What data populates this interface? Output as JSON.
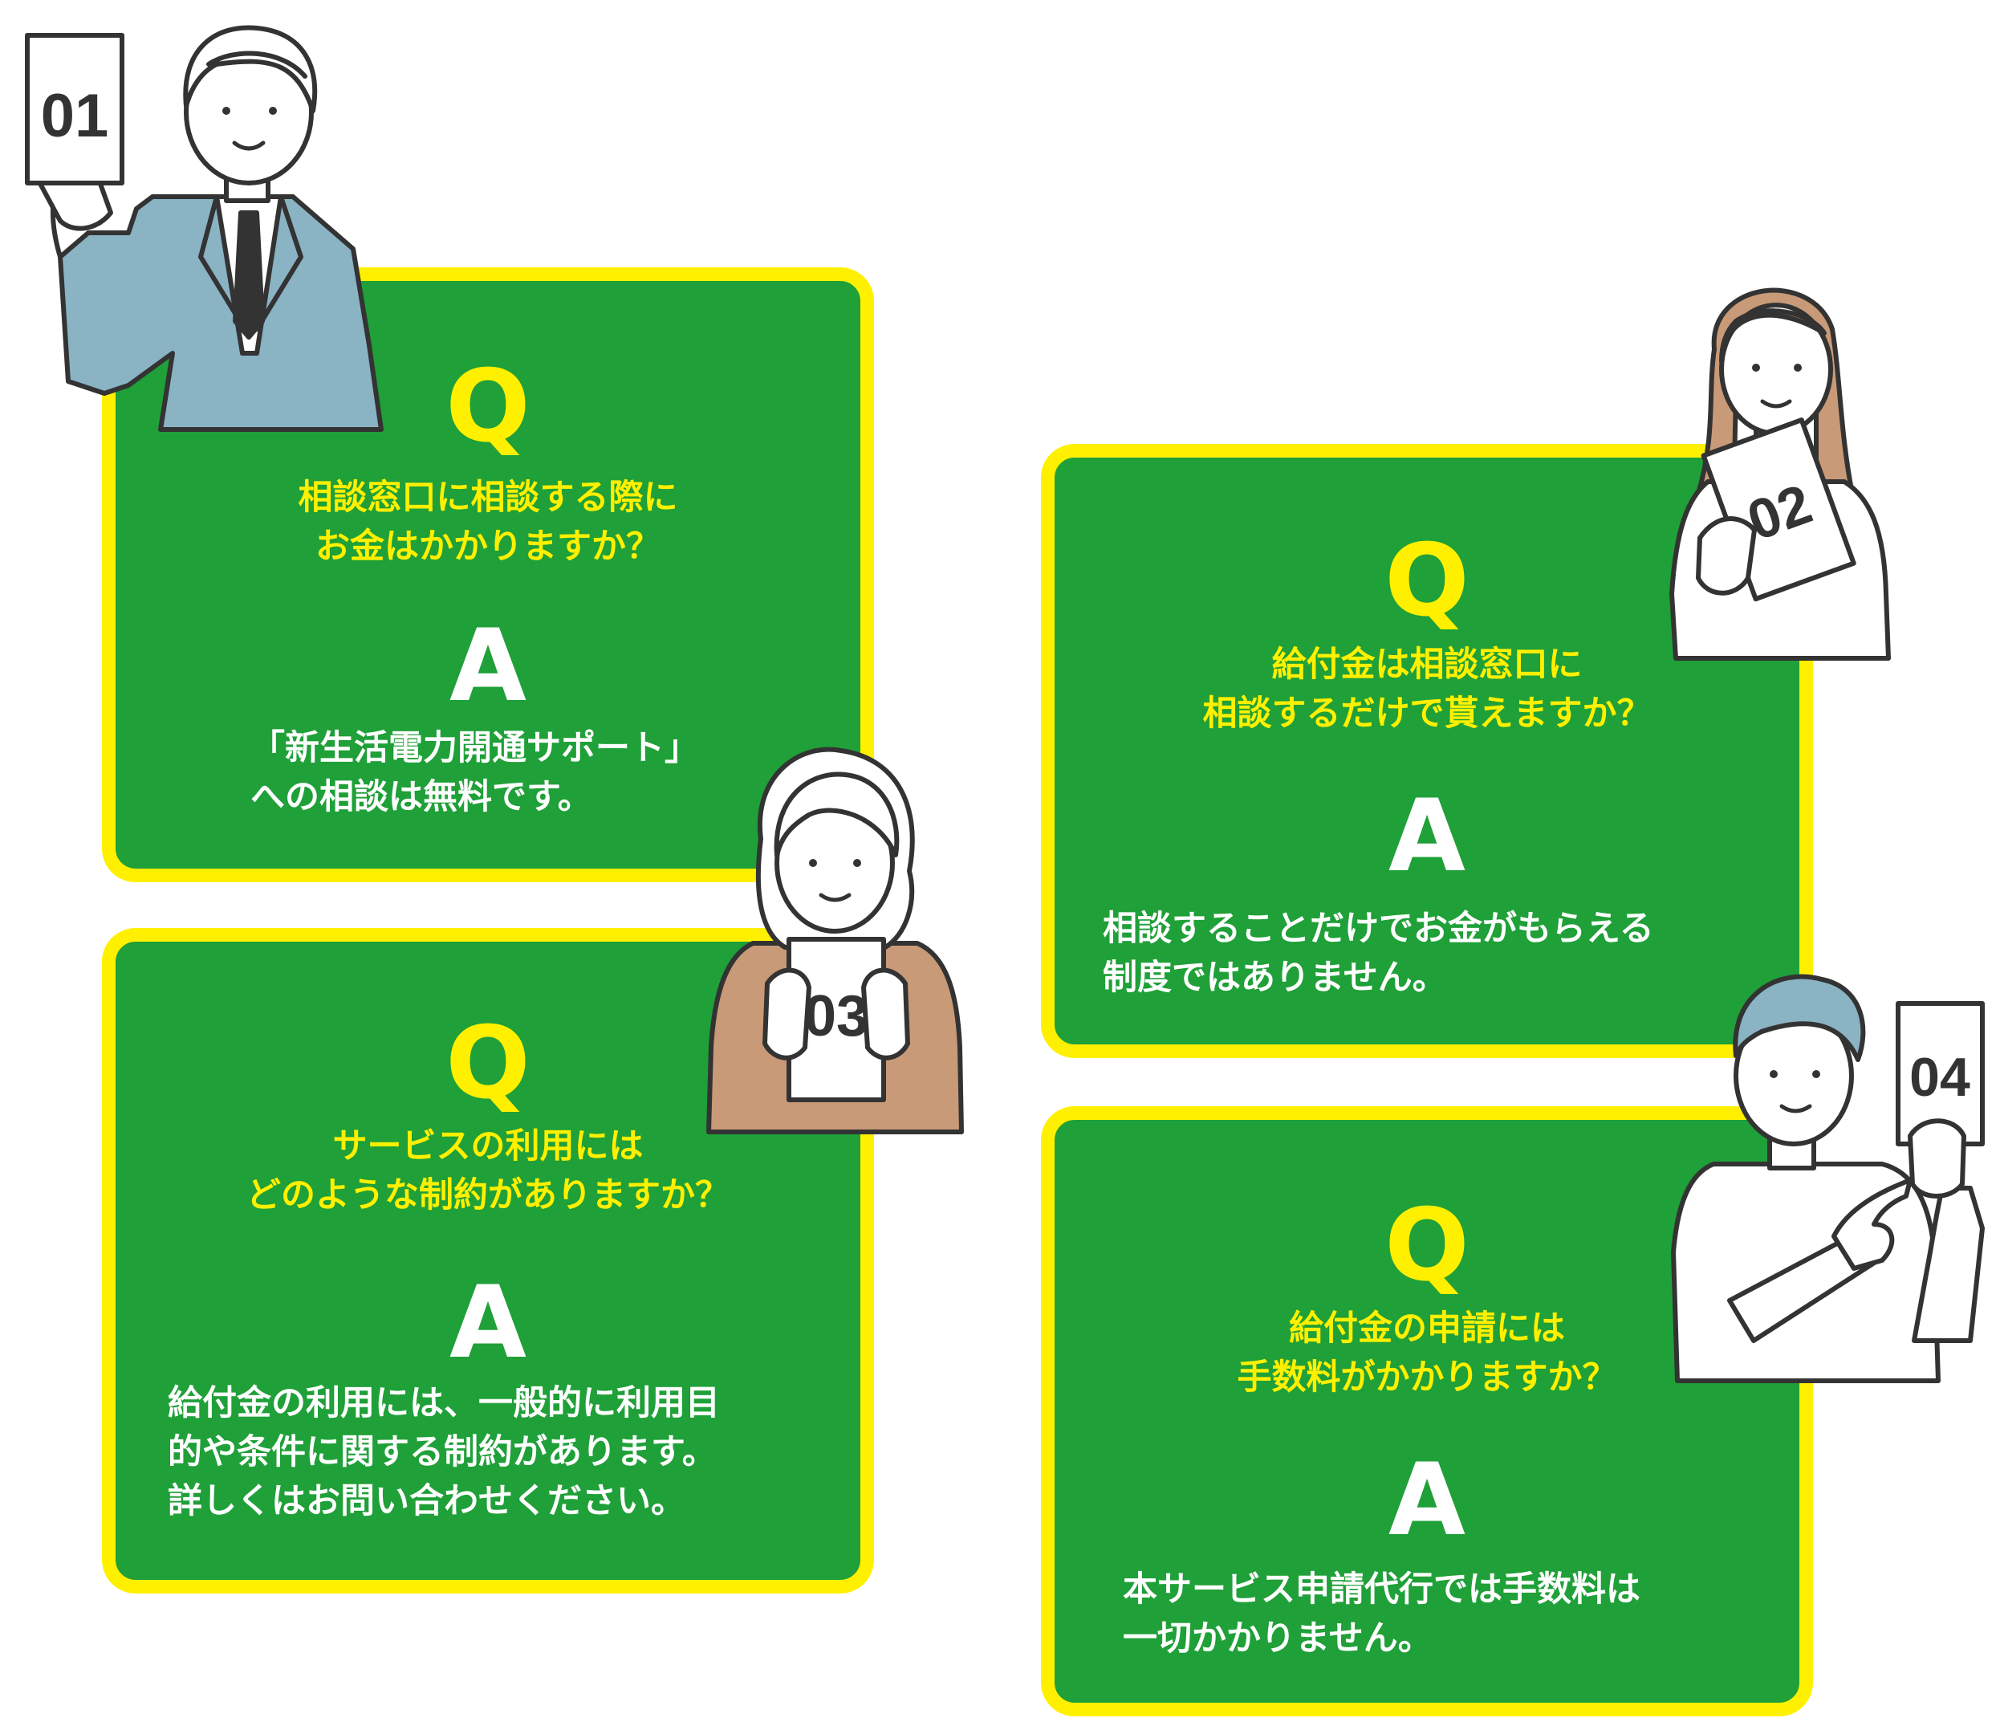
{
  "colors": {
    "card_green": "#1fa038",
    "border_yellow": "#fff000",
    "question_yellow": "#fff000",
    "answer_white": "#ffffff"
  },
  "cards": [
    {
      "number": "01",
      "q_label": "Q",
      "question": "相談窓口に相談する際に\nお金はかかりますか？",
      "a_label": "A",
      "answer": "「新生活電力開通サポート」\nへの相談は無料です。"
    },
    {
      "number": "02",
      "q_label": "Q",
      "question": "給付金は相談窓口に\n相談するだけで貰えますか？",
      "a_label": "A",
      "answer": "相談することだけでお金がもらえる\n制度ではありません。"
    },
    {
      "number": "03",
      "q_label": "Q",
      "question": "サービスの利用には\nどのような制約がありますか？",
      "a_label": "A",
      "answer": "給付金の利用には、一般的に利用目\n的や条件に関する制約があります。\n詳しくはお問い合わせください。"
    },
    {
      "number": "04",
      "q_label": "Q",
      "question": "給付金の申請には\n手数料がかかりますか？",
      "a_label": "A",
      "answer": "本サービス申請代行では手数料は\n一切かかりません。"
    }
  ]
}
